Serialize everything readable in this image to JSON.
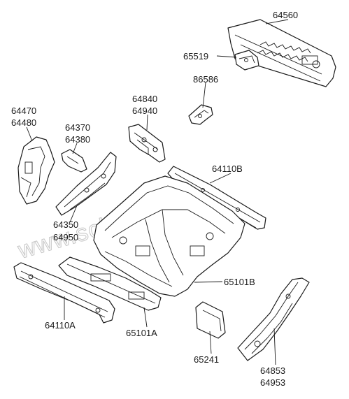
{
  "watermark": "www.schron-too.kz",
  "labels": {
    "p64560": "64560",
    "p65519": "65519",
    "p86586": "86586",
    "p64840": "64840",
    "p64940": "64940",
    "p64470": "64470",
    "p64480": "64480",
    "p64370": "64370",
    "p64380": "64380",
    "p64110b": "64110B",
    "p64350": "64350",
    "p64950": "64950",
    "p65101b": "65101B",
    "p64110a": "64110A",
    "p65101a": "65101A",
    "p65241": "65241",
    "p64853": "64853",
    "p64953": "64953"
  }
}
